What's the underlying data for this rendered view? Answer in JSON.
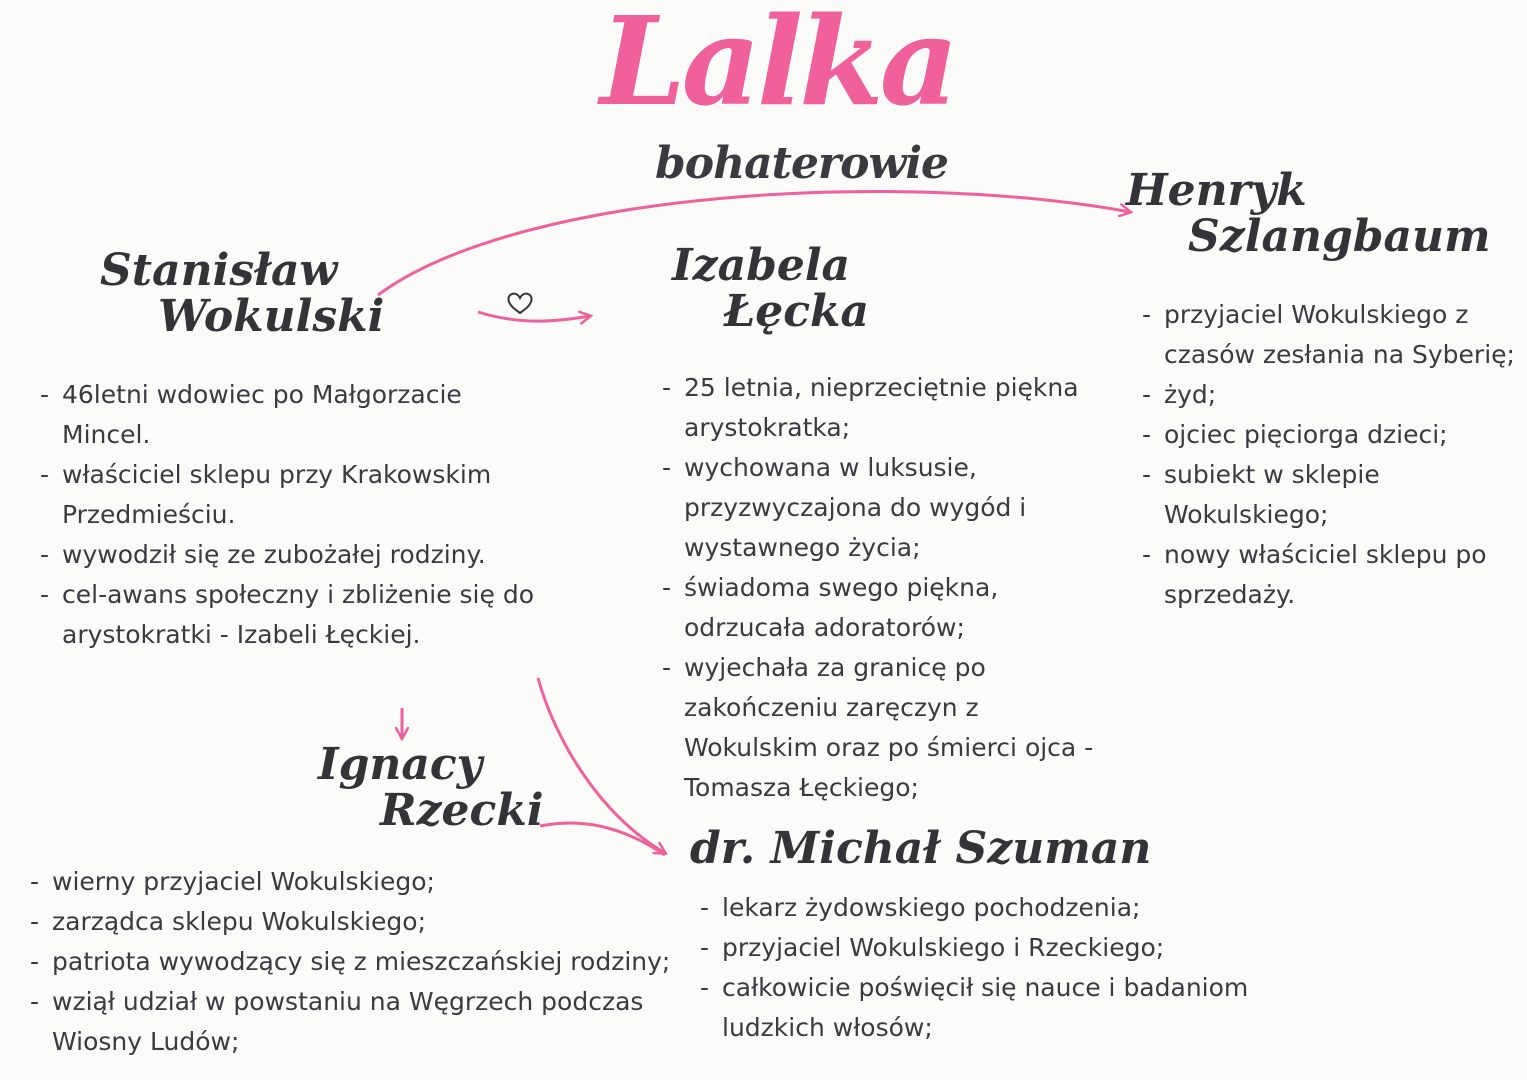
{
  "title": "Lalka",
  "subtitle": "bohaterowie",
  "colors": {
    "accent": "#f0609a",
    "ink": "#333338"
  },
  "characters": {
    "wokulski": {
      "name_line1": "Stanisław",
      "name_line2": "Wokulski",
      "facts": [
        "46letni wdowiec po Małgorzacie Mincel.",
        "właściciel sklepu przy Krakowskim Przedmieściu.",
        "wywodził się ze zubożałej rodziny.",
        "cel-awans społeczny i zbliżenie się do arystokratki - Izabeli Łęckiej."
      ]
    },
    "izabela": {
      "name_line1": "Izabela",
      "name_line2": "Łęcka",
      "facts": [
        "25 letnia, nieprzeciętnie piękna arystokratka;",
        "wychowana w luksusie, przyzwyczajona do wygód i wystawnego życia;",
        "świadoma swego piękna, odrzucała adoratorów;",
        "wyjechała za granicę po zakończeniu zaręczyn z Wokulskim oraz po śmierci ojca - Tomasza Łęckiego;"
      ]
    },
    "szlangbaum": {
      "name_line1": "Henryk",
      "name_line2": "Szlangbaum",
      "facts": [
        "przyjaciel Wokulskiego z czasów zesłania na Syberię;",
        "żyd;",
        "ojciec pięciorga dzieci;",
        "subiekt w sklepie Wokulskiego;",
        "nowy właściciel sklepu po sprzedaży."
      ]
    },
    "rzecki": {
      "name_line1": "Ignacy",
      "name_line2": "Rzecki",
      "facts": [
        "wierny przyjaciel Wokulskiego;",
        "zarządca sklepu Wokulskiego;",
        "patriota wywodzący się z mieszczańskiej rodziny;",
        "wziął udział w powstaniu na Węgrzech podczas Wiosny Ludów;"
      ]
    },
    "szuman": {
      "name": "dr. Michał Szuman",
      "facts": [
        "lekarz żydowskiego pochodzenia;",
        "przyjaciel Wokulskiego i Rzeckiego;",
        "całkowicie poświęcił się nauce i badaniom ludzkich włosów;"
      ]
    }
  }
}
